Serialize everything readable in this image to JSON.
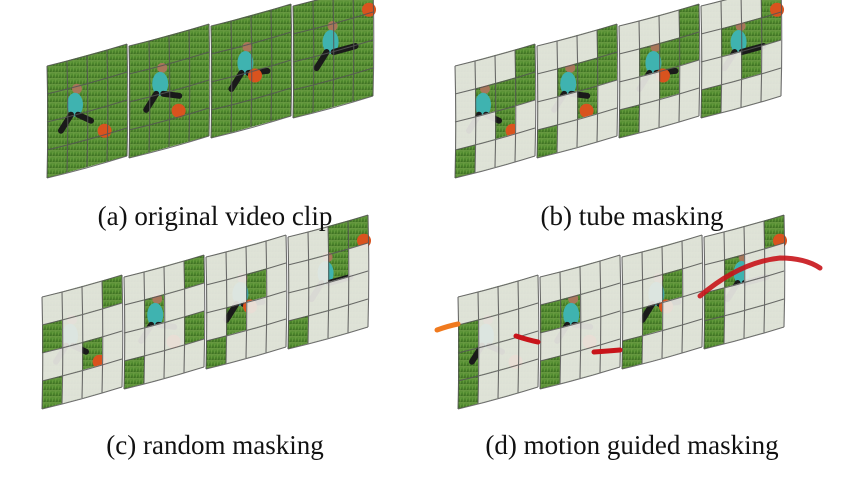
{
  "panels": [
    {
      "id": "a",
      "caption": "(a) original video clip",
      "mode": "original",
      "masks": []
    },
    {
      "id": "b",
      "caption": "(b) tube masking",
      "mode": "tube",
      "masks": [
        [
          1,
          1,
          1,
          0,
          1,
          0,
          0,
          0,
          1,
          1,
          0,
          1,
          0,
          1,
          1,
          1
        ],
        [
          1,
          1,
          1,
          0,
          1,
          0,
          0,
          0,
          1,
          1,
          0,
          1,
          0,
          1,
          1,
          1
        ],
        [
          1,
          1,
          1,
          0,
          1,
          0,
          0,
          0,
          1,
          1,
          0,
          1,
          0,
          1,
          1,
          1
        ],
        [
          1,
          1,
          1,
          0,
          1,
          0,
          0,
          0,
          1,
          1,
          0,
          1,
          0,
          1,
          1,
          1
        ]
      ]
    },
    {
      "id": "c",
      "caption": "(c) random masking",
      "mode": "random",
      "masks": [
        [
          1,
          1,
          1,
          0,
          0,
          1,
          1,
          1,
          1,
          1,
          0,
          1,
          0,
          1,
          1,
          1
        ],
        [
          1,
          1,
          1,
          0,
          1,
          0,
          1,
          1,
          1,
          1,
          1,
          0,
          0,
          1,
          1,
          1
        ],
        [
          1,
          1,
          1,
          1,
          1,
          1,
          0,
          1,
          1,
          0,
          1,
          1,
          0,
          1,
          1,
          1
        ],
        [
          1,
          1,
          0,
          0,
          1,
          1,
          0,
          1,
          1,
          1,
          1,
          1,
          0,
          1,
          1,
          1
        ]
      ]
    },
    {
      "id": "d",
      "caption": "(d) motion guided masking",
      "mode": "motion",
      "masks": [
        [
          1,
          1,
          1,
          1,
          0,
          1,
          1,
          1,
          0,
          1,
          1,
          1,
          0,
          1,
          1,
          1
        ],
        [
          1,
          1,
          1,
          1,
          0,
          0,
          1,
          1,
          1,
          1,
          1,
          1,
          0,
          1,
          1,
          1
        ],
        [
          1,
          1,
          1,
          1,
          1,
          1,
          0,
          1,
          1,
          0,
          1,
          1,
          0,
          1,
          1,
          1
        ],
        [
          1,
          1,
          1,
          0,
          1,
          0,
          1,
          1,
          0,
          1,
          1,
          1,
          0,
          1,
          1,
          1
        ]
      ]
    }
  ],
  "colors": {
    "grass": "#4f8a2e",
    "grass_dark": "#3c6e22",
    "mask": "#e8e8e3",
    "grid": "#555555",
    "player_shirt": "#3fb3b0",
    "ball": "#d9531e",
    "trajectory": "#c8141a",
    "trajectory_start": "#f07a1e"
  }
}
